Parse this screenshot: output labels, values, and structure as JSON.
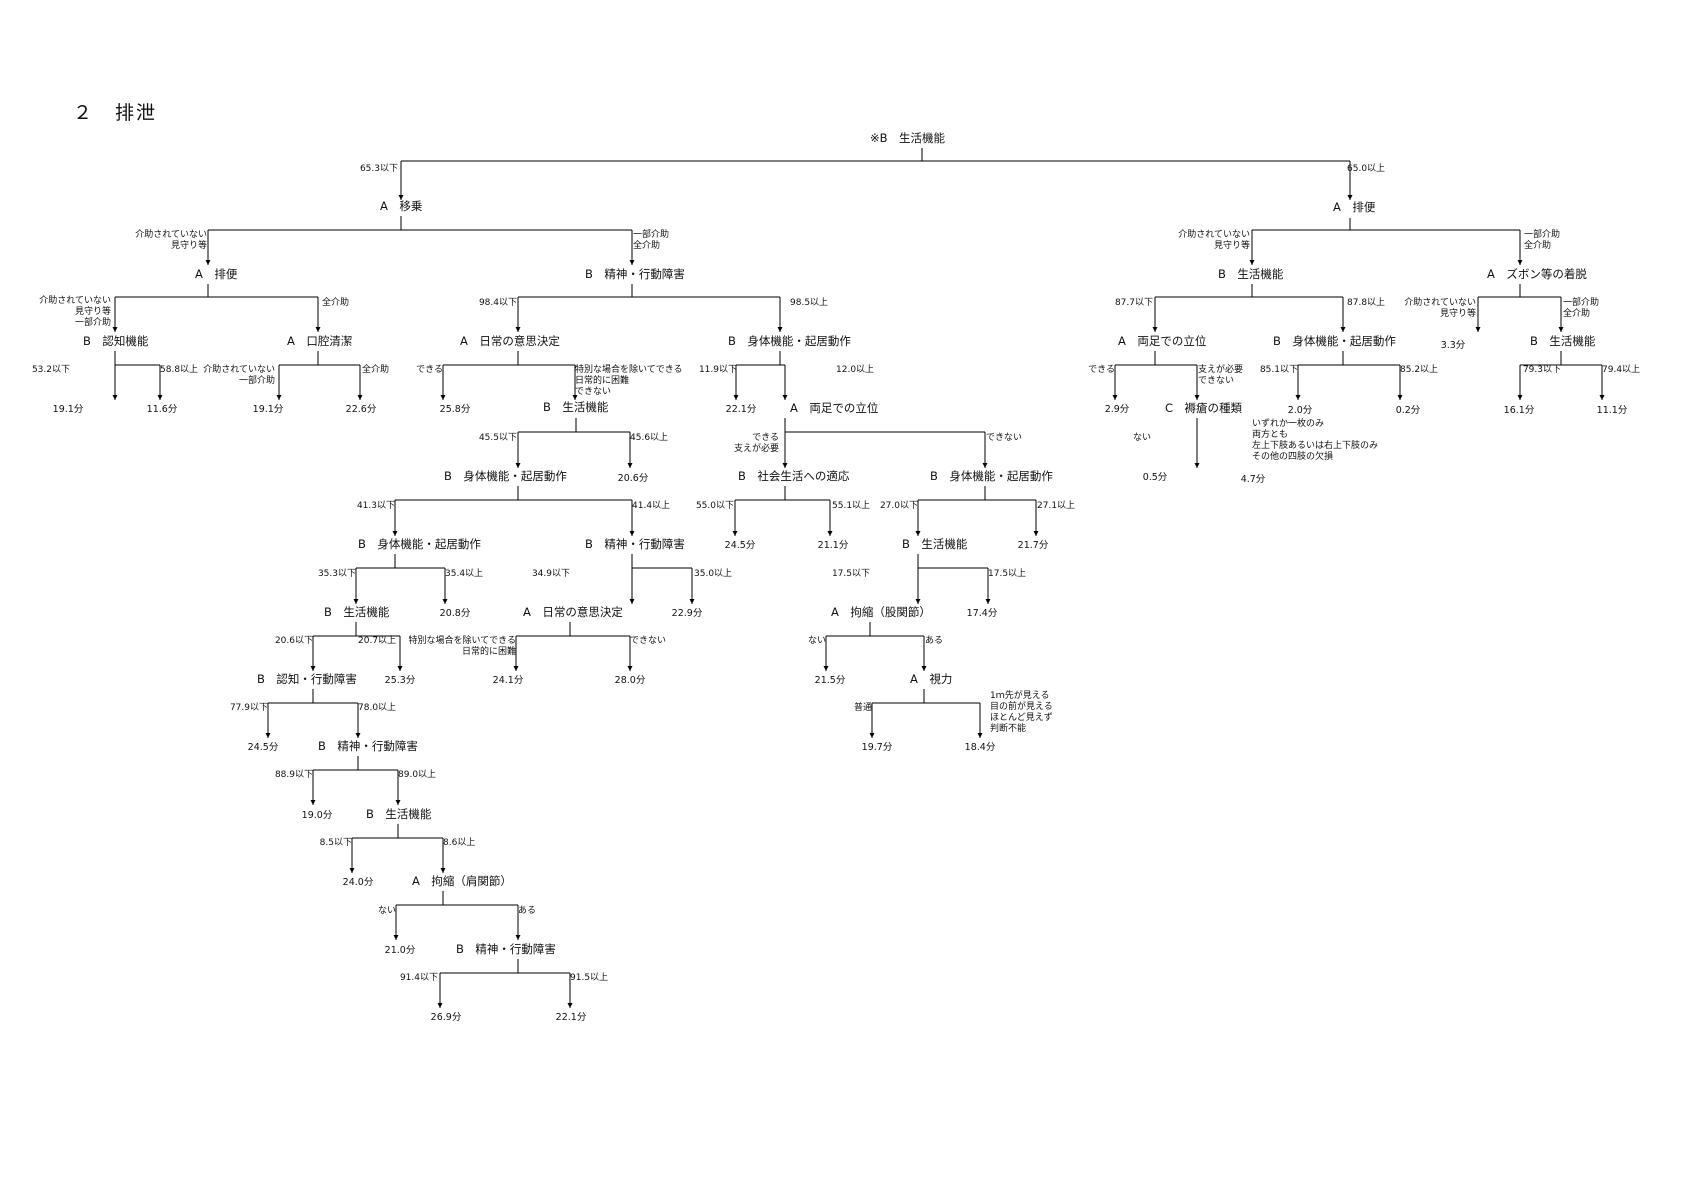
{
  "title": "２　排泄",
  "tree": [
    {
      "id": "root",
      "t": "※B　生活機能"
    },
    {
      "id": "r_l",
      "t": "A　移乗"
    },
    {
      "id": "r_r",
      "t": "A　排便"
    },
    {
      "id": "n1a",
      "t": "A　排便"
    },
    {
      "id": "n1b",
      "t": "B　精神・行動障害"
    },
    {
      "id": "n2a",
      "t": "B　認知機能"
    },
    {
      "id": "n2b",
      "t": "A　口腔清潔"
    },
    {
      "id": "n2c",
      "t": "A　日常の意思決定"
    },
    {
      "id": "n2d",
      "t": "B　身体機能・起居動作"
    },
    {
      "id": "n3a",
      "t": "B　生活機能"
    },
    {
      "id": "n3b",
      "t": "A　両足での立位"
    },
    {
      "id": "n3c",
      "t": "B　身体機能・起居動作"
    },
    {
      "id": "n3d",
      "t": "B　社会生活への適応"
    },
    {
      "id": "n4a",
      "t": "B　身体機能・起居動作"
    },
    {
      "id": "n4b",
      "t": "B　身体機能・起居動作"
    },
    {
      "id": "n4c",
      "t": "B　精神・行動障害"
    },
    {
      "id": "n4d",
      "t": "B　生活機能"
    },
    {
      "id": "n5a",
      "t": "B　生活機能"
    },
    {
      "id": "n5b",
      "t": "A　日常の意思決定"
    },
    {
      "id": "n5c",
      "t": "A　拘縮（股関節）"
    },
    {
      "id": "n6a",
      "t": "B　認知・行動障害"
    },
    {
      "id": "n6b",
      "t": "A　視力"
    },
    {
      "id": "n7a",
      "t": "B　精神・行動障害"
    },
    {
      "id": "n8a",
      "t": "B　生活機能"
    },
    {
      "id": "n9a",
      "t": "A　拘縮（肩関節）"
    },
    {
      "id": "n10a",
      "t": "B　精神・行動障害"
    },
    {
      "id": "rr1",
      "t": "B　生活機能"
    },
    {
      "id": "rr2",
      "t": "A　ズボン等の着脱"
    },
    {
      "id": "rr3",
      "t": "A　両足での立位"
    },
    {
      "id": "rr4",
      "t": "B　身体機能・起居動作"
    },
    {
      "id": "rr5",
      "t": "B　生活機能"
    },
    {
      "id": "rr6",
      "t": "C　褥瘡の種類"
    }
  ],
  "branches": [
    {
      "id": "e_root_l",
      "t": "65.3以下"
    },
    {
      "id": "e_root_r",
      "t": "65.0以上"
    },
    {
      "id": "e1l",
      "t": "介助されていない\n見守り等"
    },
    {
      "id": "e1r",
      "t": "一部介助\n全介助"
    },
    {
      "id": "e2l",
      "t": "介助されていない\n見守り等\n一部介助"
    },
    {
      "id": "e2r",
      "t": "全介助"
    },
    {
      "id": "e3l",
      "t": "98.4以下"
    },
    {
      "id": "e3r",
      "t": "98.5以上"
    },
    {
      "id": "e4l",
      "t": "53.2以下"
    },
    {
      "id": "e4r",
      "t": "58.8以上"
    },
    {
      "id": "e5l",
      "t": "介助されていない\n一部介助"
    },
    {
      "id": "e5r",
      "t": "全介助"
    },
    {
      "id": "e6l",
      "t": "できる"
    },
    {
      "id": "e6r",
      "t": "特別な場合を除いてできる\n日常的に困難\nできない"
    },
    {
      "id": "e7l",
      "t": "11.9以下"
    },
    {
      "id": "e7r",
      "t": "12.0以上"
    },
    {
      "id": "e8l",
      "t": "45.5以下"
    },
    {
      "id": "e8r",
      "t": "45.6以上"
    },
    {
      "id": "e9l",
      "t": "できる\n支えが必要"
    },
    {
      "id": "e9r",
      "t": "できない"
    },
    {
      "id": "e10l",
      "t": "41.3以下"
    },
    {
      "id": "e10r",
      "t": "41.4以上"
    },
    {
      "id": "e11l",
      "t": "55.0以下"
    },
    {
      "id": "e11r",
      "t": "55.1以上"
    },
    {
      "id": "e12l",
      "t": "27.0以下"
    },
    {
      "id": "e12r",
      "t": "27.1以上"
    },
    {
      "id": "e13l",
      "t": "35.3以下"
    },
    {
      "id": "e13r",
      "t": "35.4以上"
    },
    {
      "id": "e14l",
      "t": "34.9以下"
    },
    {
      "id": "e14r",
      "t": "35.0以上"
    },
    {
      "id": "e15l",
      "t": "17.5以下"
    },
    {
      "id": "e15r",
      "t": "17.5以上"
    },
    {
      "id": "e16l",
      "t": "20.6以下"
    },
    {
      "id": "e16r",
      "t": "20.7以上"
    },
    {
      "id": "e17l",
      "t": "特別な場合を除いてできる\n日常的に困難"
    },
    {
      "id": "e17r",
      "t": "できない"
    },
    {
      "id": "e18l",
      "t": "ない"
    },
    {
      "id": "e18r",
      "t": "ある"
    },
    {
      "id": "e19l",
      "t": "77.9以下"
    },
    {
      "id": "e19r",
      "t": "78.0以上"
    },
    {
      "id": "e20l",
      "t": "普通"
    },
    {
      "id": "e20r",
      "t": "1ｍ先が見える\n目の前が見える\nほとんど見えず\n判断不能"
    },
    {
      "id": "e21l",
      "t": "88.9以下"
    },
    {
      "id": "e21r",
      "t": "89.0以上"
    },
    {
      "id": "e22l",
      "t": "8.5以下"
    },
    {
      "id": "e22r",
      "t": "8.6以上"
    },
    {
      "id": "e23l",
      "t": "ない"
    },
    {
      "id": "e23r",
      "t": "ある"
    },
    {
      "id": "e24l",
      "t": "91.4以下"
    },
    {
      "id": "e24r",
      "t": "91.5以上"
    },
    {
      "id": "f1l",
      "t": "介助されていない\n見守り等"
    },
    {
      "id": "f1r",
      "t": "一部介助\n全介助"
    },
    {
      "id": "f2l",
      "t": "87.7以下"
    },
    {
      "id": "f2r",
      "t": "87.8以上"
    },
    {
      "id": "f3l",
      "t": "介助されていない\n見守り等"
    },
    {
      "id": "f3r",
      "t": "一部介助\n全介助"
    },
    {
      "id": "f4l",
      "t": "できる"
    },
    {
      "id": "f4r",
      "t": "支えが必要\nできない"
    },
    {
      "id": "f5l",
      "t": "85.1以下"
    },
    {
      "id": "f5r",
      "t": "85.2以上"
    },
    {
      "id": "f6l",
      "t": "79.3以下"
    },
    {
      "id": "f6r",
      "t": "79.4以上"
    },
    {
      "id": "f7l",
      "t": "ない"
    },
    {
      "id": "f7r",
      "t": "いずれか一枚のみ\n両方とも\n左上下肢あるいは右上下肢のみ\nその他の四肢の欠損"
    }
  ],
  "leaves": [
    {
      "id": "L1",
      "t": "19.1分"
    },
    {
      "id": "L2",
      "t": "11.6分"
    },
    {
      "id": "L3",
      "t": "19.1分"
    },
    {
      "id": "L4",
      "t": "22.6分"
    },
    {
      "id": "L5",
      "t": "25.8分"
    },
    {
      "id": "L6",
      "t": "22.1分"
    },
    {
      "id": "L7",
      "t": "20.6分"
    },
    {
      "id": "L8",
      "t": "24.5分"
    },
    {
      "id": "L9",
      "t": "21.1分"
    },
    {
      "id": "L10",
      "t": "21.7分"
    },
    {
      "id": "L11",
      "t": "20.8分"
    },
    {
      "id": "L12",
      "t": "22.9分"
    },
    {
      "id": "L13",
      "t": "17.4分"
    },
    {
      "id": "L14",
      "t": "25.3分"
    },
    {
      "id": "L15",
      "t": "24.1分"
    },
    {
      "id": "L16",
      "t": "28.0分"
    },
    {
      "id": "L17",
      "t": "21.5分"
    },
    {
      "id": "L18",
      "t": "24.5分"
    },
    {
      "id": "L19",
      "t": "19.7分"
    },
    {
      "id": "L20",
      "t": "18.4分"
    },
    {
      "id": "L21",
      "t": "19.0分"
    },
    {
      "id": "L22",
      "t": "24.0分"
    },
    {
      "id": "L23",
      "t": "21.0分"
    },
    {
      "id": "L24",
      "t": "26.9分"
    },
    {
      "id": "L25",
      "t": "22.1分"
    },
    {
      "id": "R1",
      "t": "2.9分"
    },
    {
      "id": "R2",
      "t": "0.5分"
    },
    {
      "id": "R3",
      "t": "4.7分"
    },
    {
      "id": "R4",
      "t": "2.0分"
    },
    {
      "id": "R5",
      "t": "0.2分"
    },
    {
      "id": "R6",
      "t": "3.3分"
    },
    {
      "id": "R7",
      "t": "16.1分"
    },
    {
      "id": "R8",
      "t": "11.1分"
    }
  ]
}
